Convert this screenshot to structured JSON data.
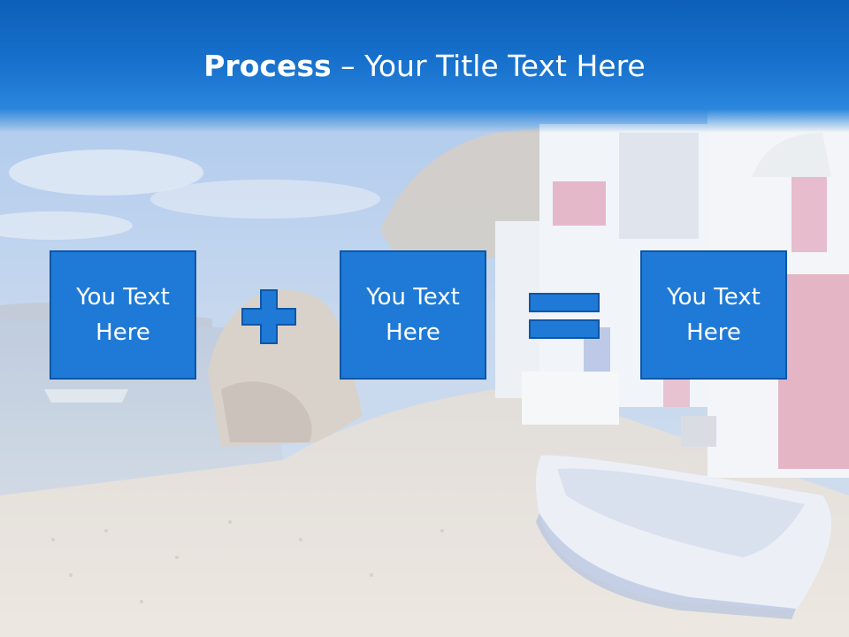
{
  "slide": {
    "title_bold": "Process",
    "title_rest": " – Your Title Text Here"
  },
  "process": {
    "box1": {
      "text": "You Text Here"
    },
    "operator1": {
      "icon": "plus-icon"
    },
    "box2": {
      "text": "You Text Here"
    },
    "operator2": {
      "icon": "equals-icon"
    },
    "box3": {
      "text": "You Text Here"
    }
  },
  "colors": {
    "header": "#1670cc",
    "box_fill": "#1e7ad6",
    "box_border": "#0e56a8",
    "text": "#ffffff"
  }
}
